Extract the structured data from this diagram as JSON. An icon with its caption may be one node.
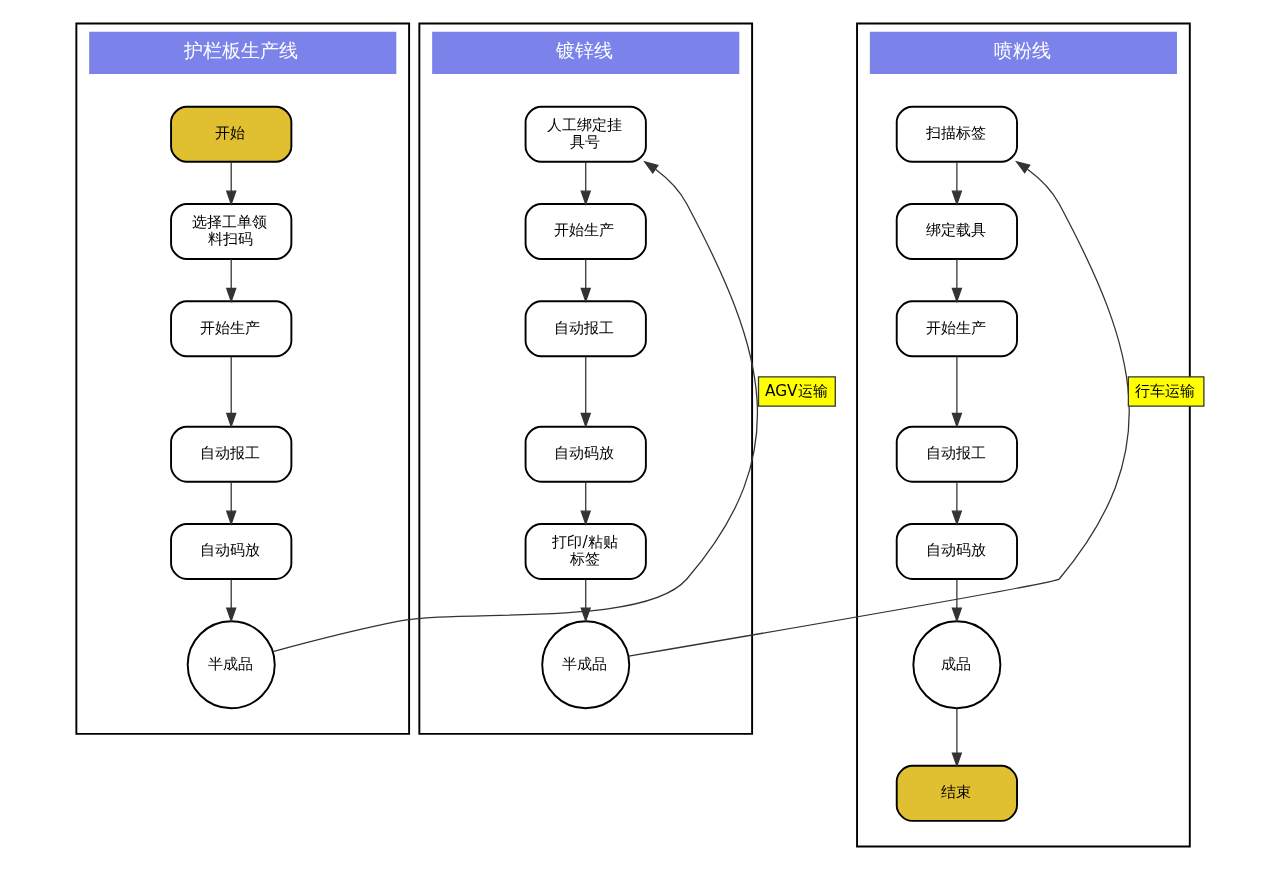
{
  "diagram": {
    "nodes": [
      {
        "text": [
          "护栏板生产线"
        ]
      },
      {
        "text": [
          "开始"
        ],
        "in": 0
      },
      {
        "text": [
          "选择工单领料扫码"
        ],
        "in": 0
      },
      {
        "text": [
          "开始生产"
        ],
        "in": 0
      },
      {
        "text": [
          "自动报工"
        ],
        "in": 0
      },
      {
        "text": [
          "自动码放"
        ],
        "in": 0
      },
      {
        "text": [
          "半成品"
        ],
        "in": 0
      },
      {
        "text": [
          "镀锌线"
        ]
      },
      {
        "text": [
          "人工绑定挂具号"
        ],
        "in": 7
      },
      {
        "text": [
          "开始生产"
        ],
        "in": 7
      },
      {
        "text": [
          "自动报工"
        ],
        "in": 7
      },
      {
        "text": [
          "自动码放"
        ],
        "in": 7
      },
      {
        "text": [
          "打印/粘贴标签"
        ],
        "in": 7
      },
      {
        "text": [
          "半成品"
        ],
        "in": 7
      },
      {
        "text": [
          "喷粉线"
        ]
      },
      {
        "text": [
          "扫描标签"
        ],
        "in": 14
      },
      {
        "text": [
          "绑定载具"
        ],
        "in": 14
      },
      {
        "text": [
          "开始生产"
        ],
        "in": 14
      },
      {
        "text": [
          "自动报工"
        ],
        "in": 14
      },
      {
        "text": [
          "自动码放"
        ],
        "in": 14
      },
      {
        "text": [
          "成品"
        ],
        "in": 14
      },
      {
        "text": [
          "结束"
        ],
        "in": 14
      }
    ],
    "edges": [
      {
        "from": 1,
        "to": 2,
        "arrow": "to"
      },
      {
        "from": 2,
        "to": 3,
        "arrow": "to"
      },
      {
        "from": 3,
        "to": 4,
        "arrow": "to"
      },
      {
        "from": 4,
        "to": 5,
        "arrow": "to"
      },
      {
        "from": 5,
        "to": 6,
        "arrow": "to"
      },
      {
        "from": 6,
        "to": 8,
        "arrow": "to",
        "label": "AGV运输"
      },
      {
        "from": 8,
        "to": 9,
        "arrow": "to"
      },
      {
        "from": 9,
        "to": 10,
        "arrow": "to"
      },
      {
        "from": 10,
        "to": 11,
        "arrow": "to"
      },
      {
        "from": 11,
        "to": 12,
        "arrow": "to"
      },
      {
        "from": 12,
        "to": 13,
        "arrow": "to"
      },
      {
        "from": 13,
        "to": 15,
        "arrow": "to",
        "label": "行车运输"
      },
      {
        "from": 15,
        "to": 16,
        "arrow": "to"
      },
      {
        "from": 16,
        "to": 17,
        "arrow": "to"
      },
      {
        "from": 17,
        "to": 18,
        "arrow": "to"
      },
      {
        "from": 18,
        "to": 19,
        "arrow": "to"
      },
      {
        "from": 19,
        "to": 20,
        "arrow": "to"
      },
      {
        "from": 20,
        "to": 21,
        "arrow": "to"
      }
    ]
  }
}
